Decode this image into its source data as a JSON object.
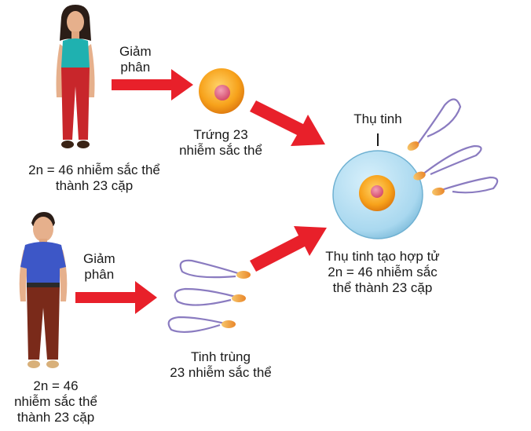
{
  "female": {
    "caption_line1": "2n = 46 nhiễm sắc thể",
    "caption_line2": "thành 23 cặp",
    "meiosis_line1": "Giảm",
    "meiosis_line2": "phân"
  },
  "egg": {
    "caption_line1": "Trứng 23",
    "caption_line2": "nhiễm sắc thể"
  },
  "male": {
    "caption_line1": "2n = 46",
    "caption_line2": "nhiễm sắc thể",
    "caption_line3": "thành 23 cặp",
    "meiosis_line1": "Giảm",
    "meiosis_line2": "phân"
  },
  "sperm": {
    "caption_line1": "Tinh trùng",
    "caption_line2": "23 nhiễm sắc thể"
  },
  "zygote": {
    "fertilization_label": "Thụ tinh",
    "caption_line1": "Thụ tinh tạo hợp tử",
    "caption_line2": "2n = 46 nhiễm sắc",
    "caption_line3": "thể thành 23 cặp"
  },
  "colors": {
    "arrow": "#e8202a",
    "egg_outer": "#f7a21b",
    "egg_nucleus": "#e0607a",
    "zygote_cell": "#a9d8ef",
    "sperm_tail": "#8a7bc0"
  }
}
